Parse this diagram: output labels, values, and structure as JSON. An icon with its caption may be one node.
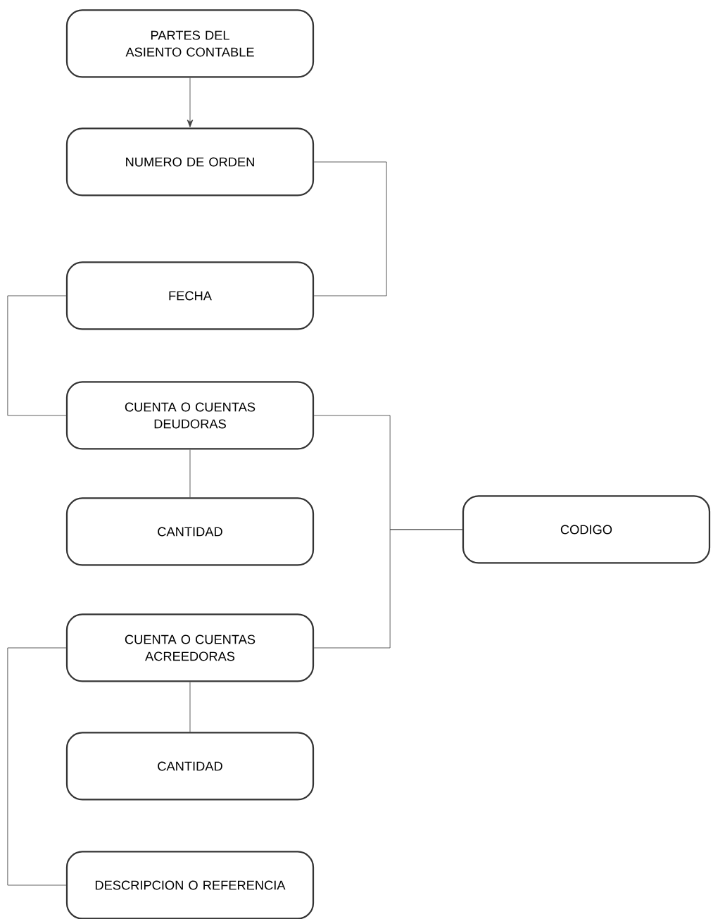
{
  "diagram": {
    "nodes": [
      {
        "text": [
          "PARTES DEL ASIENTO CONTABLE"
        ]
      },
      {
        "text": [
          "NUMERO DE ORDEN"
        ]
      },
      {
        "text": [
          "FECHA"
        ]
      },
      {
        "text": [
          "CUENTA O CUENTAS DEUDORAS"
        ]
      },
      {
        "text": [
          "CANTIDAD"
        ]
      },
      {
        "text": [
          "CODIGO"
        ]
      },
      {
        "text": [
          "CUENTA O CUENTAS ACREEDORAS"
        ]
      },
      {
        "text": [
          "CANTIDAD"
        ]
      },
      {
        "text": [
          "DESCRIPCION O REFERENCIA"
        ]
      }
    ],
    "edges": [
      {
        "from": 0,
        "to": 1,
        "arrow": "to"
      },
      {
        "from": 1,
        "to": 2,
        "arrow": "none"
      },
      {
        "from": 2,
        "to": 3,
        "arrow": "none"
      },
      {
        "from": 3,
        "to": 4,
        "arrow": "none"
      },
      {
        "from": 3,
        "to": 5,
        "arrow": "none"
      },
      {
        "from": 6,
        "to": 5,
        "arrow": "none"
      },
      {
        "from": 6,
        "to": 7,
        "arrow": "none"
      },
      {
        "from": 6,
        "to": 8,
        "arrow": "none"
      }
    ]
  }
}
